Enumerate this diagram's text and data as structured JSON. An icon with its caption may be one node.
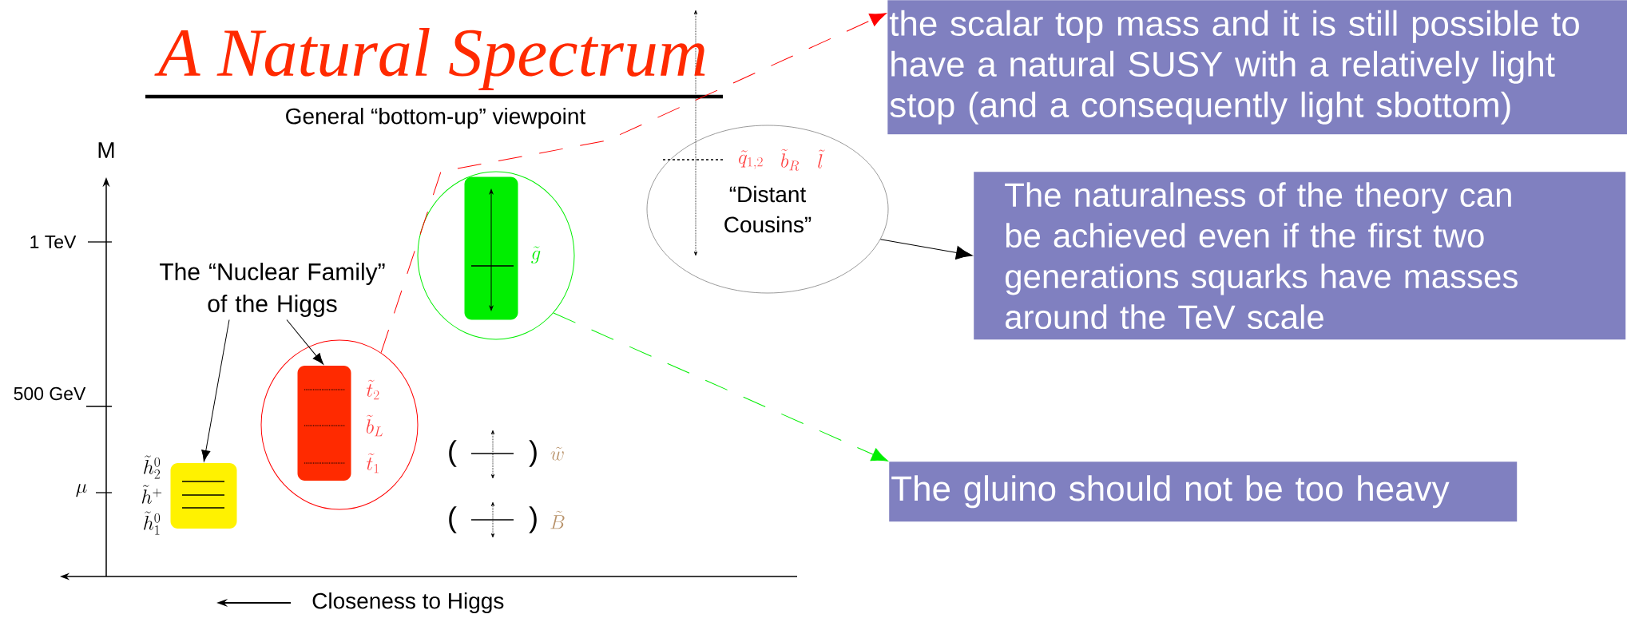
{
  "diagram": {
    "title": "A Natural Spectrum",
    "nodes": [
      {
        "text": [],
        "shape": "circle"
      },
      {
        "text": [],
        "shape": "box",
        "in": 0,
        "beside": [
          "\\tilde{g}"
        ]
      },
      {
        "text": [
          "“Distant Cousins”"
        ]
      },
      {
        "text": [
          "the scalar top mass and it is still possible to have a natural SUSY with a relatively light stop (and a consequently light sbottom)"
        ]
      },
      {
        "text": [
          "The naturalness of the theory can be achieved even if the first two generations squarks have masses around the TeV scale"
        ]
      },
      {
        "text": [
          "The “Nuclear Family” of the Higgs"
        ]
      },
      {
        "text": [],
        "shape": "circle"
      },
      {
        "text": [],
        "shape": "box",
        "in": 6,
        "beside": [
          "\\tilde{t}_2",
          "\\tilde{b}_L",
          "\\tilde{t}_1"
        ]
      },
      {
        "text": [],
        "shape": "box",
        "beside": [
          "\\tilde{h}^0_2",
          "\\tilde{h}^+",
          "\\tilde{h}^0_1"
        ]
      },
      {
        "text": [
          "The gluino should not be too heavy"
        ]
      }
    ],
    "edges": [
      {
        "from": 6,
        "to": 3,
        "arrow": "to",
        "style": "dashed",
        "color": "#ff0000"
      },
      {
        "from": 2,
        "to": 4,
        "arrow": "to"
      },
      {
        "from": 0,
        "to": 9,
        "arrow": "to",
        "style": "dashed",
        "color": "#00ee00"
      },
      {
        "from": 5,
        "to": 8,
        "arrow": "to"
      },
      {
        "from": 5,
        "to": 7,
        "arrow": "to"
      }
    ],
    "labels": [
      "General “bottom-up” viewpoint",
      "M",
      "1 TeV",
      "500 GeV",
      "\\mu",
      "(",
      ")",
      "\\tilde{w}",
      "(",
      ")",
      "\\tilde{B}",
      "\\tilde{q}_{1,2}",
      "\\tilde{b}_R",
      "\\tilde{l}",
      "Closeness to Higgs"
    ]
  }
}
